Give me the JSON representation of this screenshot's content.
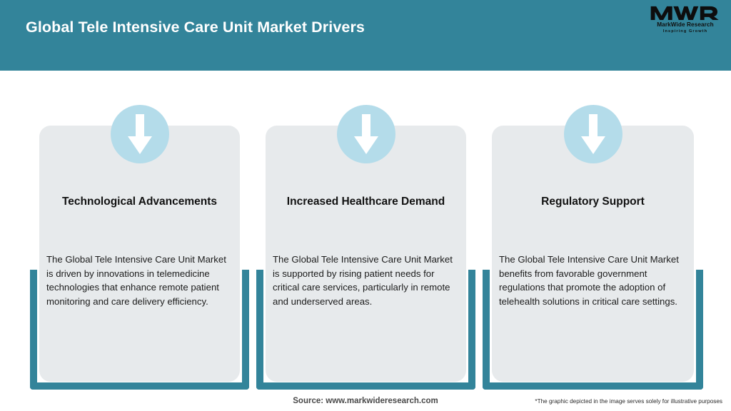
{
  "header": {
    "title": "Global Tele Intensive Care Unit Market Drivers",
    "background_color": "#33849a",
    "title_color": "#ffffff"
  },
  "logo": {
    "mark": "MWR",
    "company": "MarkWide Research",
    "tagline": "Inspiring Growth"
  },
  "cards": [
    {
      "icon": "down-arrow-icon",
      "title": "Technological Advancements",
      "body": "The Global Tele Intensive Care Unit Market is driven by innovations in telemedicine technologies that enhance remote patient monitoring and care delivery efficiency."
    },
    {
      "icon": "down-arrow-icon",
      "title": "Increased Healthcare Demand",
      "body": "The Global Tele Intensive Care Unit Market is supported by rising patient needs for critical care services, particularly in remote and underserved areas."
    },
    {
      "icon": "down-arrow-icon",
      "title": "Regulatory Support",
      "body": "The Global Tele Intensive Care Unit Market benefits from favorable government regulations that promote the adoption of telehealth solutions in critical care settings."
    }
  ],
  "footer": {
    "source": "Source: www.markwideresearch.com",
    "disclaimer": "*The graphic depicted in the image serves solely for illustrative purposes"
  },
  "colors": {
    "teal": "#33849a",
    "card_grey": "#e7eaec",
    "circle_blue": "#b4dcea"
  }
}
